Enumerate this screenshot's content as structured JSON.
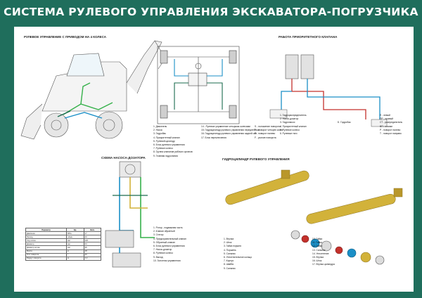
{
  "title": "СИСТЕМА РУЛЕВОГО УПРАВЛЕНИЯ ЭКСКАВАТОРА-ПОГРУЗЧИКА",
  "sections": {
    "steering_4ws": "РУЛЕВОЕ УПРАВЛЕНИЕ С ПРИВОДОМ НА 4 КОЛЕСА",
    "priority_valve": "РАБОТА ПРИОРИТЕТНОГО КЛАПАНА",
    "pump_scheme": "СХЕМА НАСОСА-ДОЗАТОРА",
    "steering_cylinder": "ГИДРОЦИЛИНДР РУЛЕВОГО УПРАВЛЕНИЯ"
  },
  "legend_main": [
    "1. Двигатель",
    "2. Насос",
    "3. Гидробак",
    "4. Приоритетный клапан",
    "5. Рулевой цилиндр",
    "6. Блок рулевого управления",
    "7. Рулевое колесо",
    "8. Группа клапанов рабочих органов",
    "9. Главная гидролиния"
  ],
  "legend_modes": [
    "14 - Рулевое управление четырьмя колесами",
    "15. Гидроцилиндр рулевого управления передней оси",
    "16. Гидроцилиндр рулевого управления задней оси",
    "17. Блок переключения"
  ],
  "legend_symbols": [
    "S - положение поворота",
    "R - поворот четырех колес",
    "P - поворот налево",
    "F - усилие поворота"
  ],
  "legend_priority": [
    "1. Гидрораспределитель",
    "2. Насос-дозатор",
    "3. Гидронасос",
    "4. Приоритетный клапан",
    "5. Рулевое колесо",
    "6. Рулевые тяги"
  ],
  "legend_priority_right": [
    "Л - левый",
    "ПР - правый",
    "СТ - распределитель",
    "ВП - клапан",
    "Р - поворот налево",
    "Т - поворот направо"
  ],
  "priority_valve_label": "Б. Гидробак",
  "legend_pump": [
    "1. Ротор - подвижная часть",
    "2. Клапан обратный",
    "3. Статор",
    "4. Предохранительный клапан",
    "5. Обратный клапан",
    "6. Блок рулевого управления",
    "7. Насос-дозатор",
    "8. Рулевое колесо",
    "9. Выход",
    "10. Золотник управления"
  ],
  "legend_cylinder_left": [
    "1. Втулка",
    "2. Шток",
    "3. Гайка поршня",
    "4. Поршень",
    "5. Сальник",
    "6. Уплотнительное кольцо",
    "7. Корпус",
    "8. Шайба",
    "9. Сальник"
  ],
  "legend_cylinder_right": [
    "10. Гайка",
    "11. Гайка",
    "12. Гайка",
    "13. Сальник",
    "14. Уплотнение",
    "15. Втулка",
    "16. Шток",
    "17. Втулка цилиндра"
  ],
  "table": {
    "headers": [
      "Параметр",
      "Ед.",
      "Знач."
    ],
    "rows": [
      [
        "Давление",
        "МПа",
        "17"
      ],
      [
        "Расход",
        "л/мин",
        "40"
      ],
      [
        "Ход штока",
        "мм",
        "220"
      ],
      [
        "Диаметр",
        "мм",
        "63"
      ],
      [
        "Диаметр штока",
        "мм",
        "35"
      ],
      [
        "Масса",
        "кг",
        "18"
      ],
      [
        "Угол поворота",
        "°",
        "40"
      ],
      [
        "Радиус поворота",
        "м",
        "4,2"
      ]
    ]
  },
  "colors": {
    "header": "#1f6e5c",
    "pressure": "#1b8fc7",
    "return": "#1b6b4e",
    "cylinder": "#d2b23a",
    "supply": "#35b14a",
    "seal": "#c4312c"
  }
}
